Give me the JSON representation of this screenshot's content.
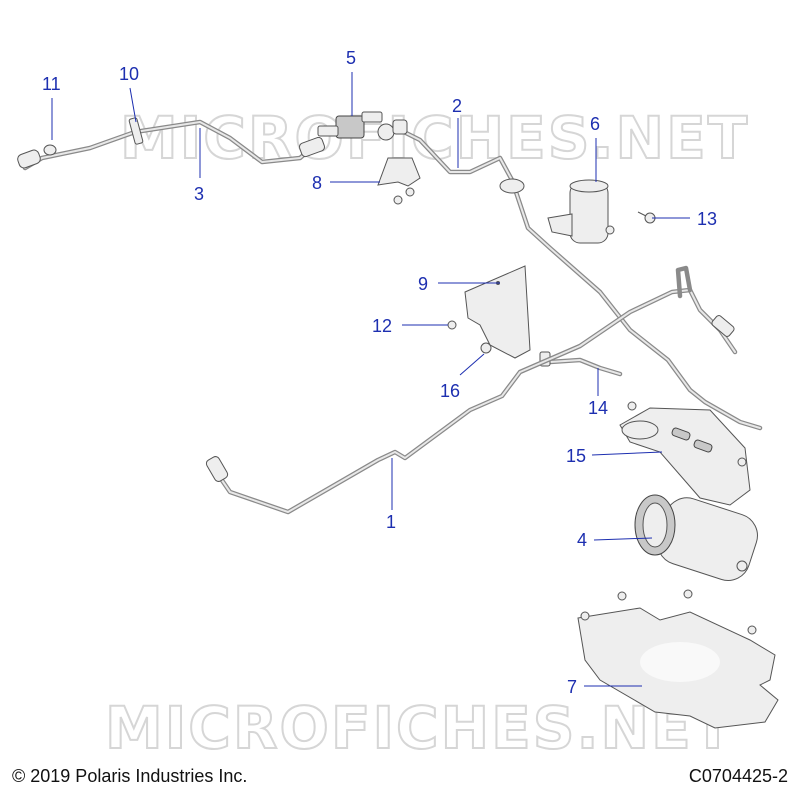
{
  "watermark": "MICROFICHES.NET",
  "copyright": "© 2019 Polaris Industries Inc.",
  "diagram_code": "C0704425-2",
  "callouts": [
    "1",
    "2",
    "3",
    "4",
    "5",
    "6",
    "7",
    "8",
    "9",
    "10",
    "11",
    "12",
    "13",
    "14",
    "15",
    "16"
  ],
  "colors": {
    "callout": "#1d2fb0",
    "part_stroke": "#555555",
    "watermark": "#d6d6d6"
  }
}
